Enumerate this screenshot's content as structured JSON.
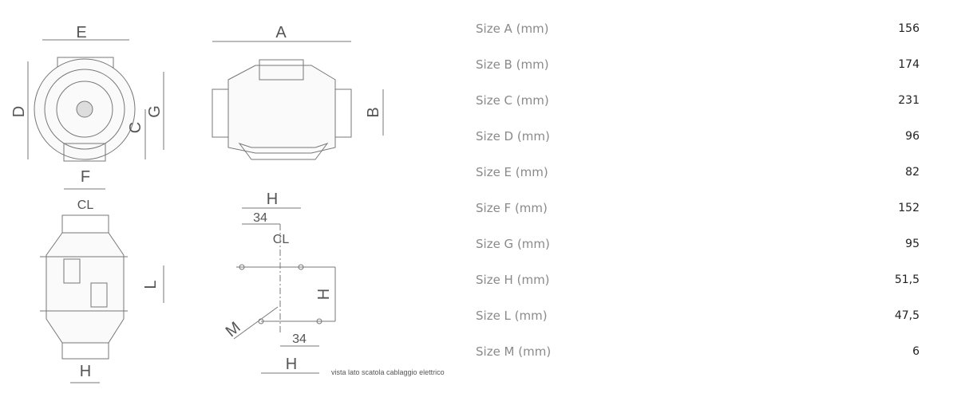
{
  "diagram": {
    "labels": {
      "A": "A",
      "B": "B",
      "C": "C",
      "D": "D",
      "E": "E",
      "F": "F",
      "G": "G",
      "H": "H",
      "L": "L",
      "M": "M",
      "CL": "CL",
      "d34": "34"
    },
    "caption": "vista lato scatola cablaggio elettrico"
  },
  "specs": [
    {
      "label": "Size A (mm)",
      "value": "156"
    },
    {
      "label": "Size B (mm)",
      "value": "174"
    },
    {
      "label": "Size C (mm)",
      "value": "231"
    },
    {
      "label": "Size D (mm)",
      "value": "96"
    },
    {
      "label": "Size E (mm)",
      "value": "82"
    },
    {
      "label": "Size F (mm)",
      "value": "152"
    },
    {
      "label": "Size G (mm)",
      "value": "95"
    },
    {
      "label": "Size H (mm)",
      "value": "51,5"
    },
    {
      "label": "Size L (mm)",
      "value": "47,5"
    },
    {
      "label": "Size M (mm)",
      "value": "6"
    }
  ]
}
